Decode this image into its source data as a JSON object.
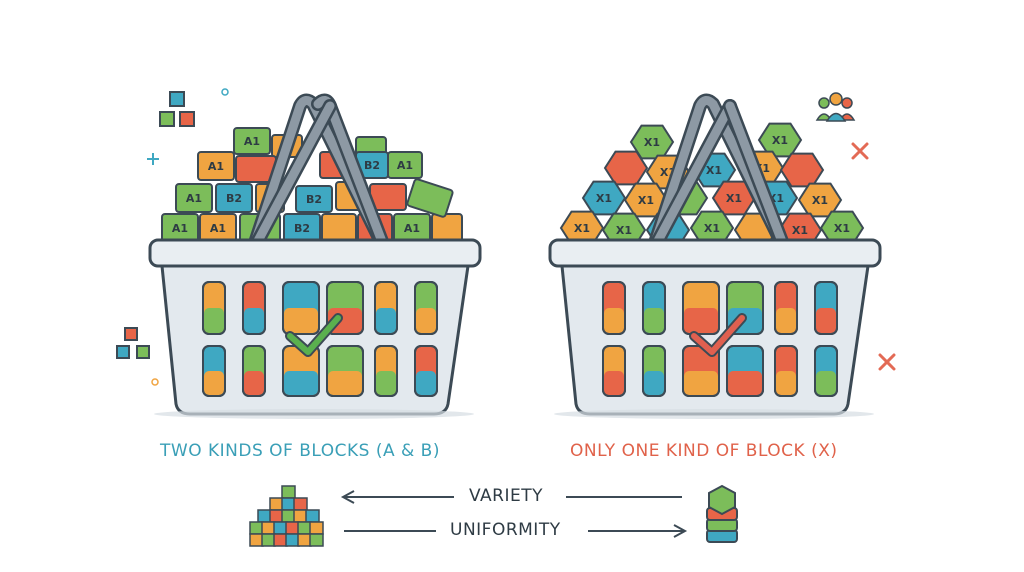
{
  "colors": {
    "orange": "#f0a441",
    "green": "#7cbd5a",
    "blue": "#3fa8c2",
    "red": "#e76548",
    "outline": "#3c4a55",
    "basket_fill": "#e9eef2",
    "handle": "#8d99a4",
    "caption_left": "#3a9fb7",
    "caption_right": "#e0624a",
    "check_green": "#5ab04e",
    "check_red": "#e06050",
    "x_mark": "#e36a55"
  },
  "left_basket": {
    "caption": "TWO KINDS OF BLOCKS (A & B)",
    "block_label_a": "A1",
    "block_label_b": "B2",
    "check_icon": "check-icon"
  },
  "right_basket": {
    "caption": "ONLY ONE KIND OF BLOCK (X)",
    "block_label_x": "X1",
    "check_icon": "check-icon"
  },
  "legend": {
    "variety_label": "VARIETY",
    "uniformity_label": "UNIFORMITY",
    "variety_icon": "block-pile-icon",
    "uniformity_icon": "hexagon-stack-icon"
  },
  "decorations": [
    "cubes-icon",
    "plus-icon",
    "circle-icon",
    "people-icon",
    "x-mark-icon"
  ]
}
